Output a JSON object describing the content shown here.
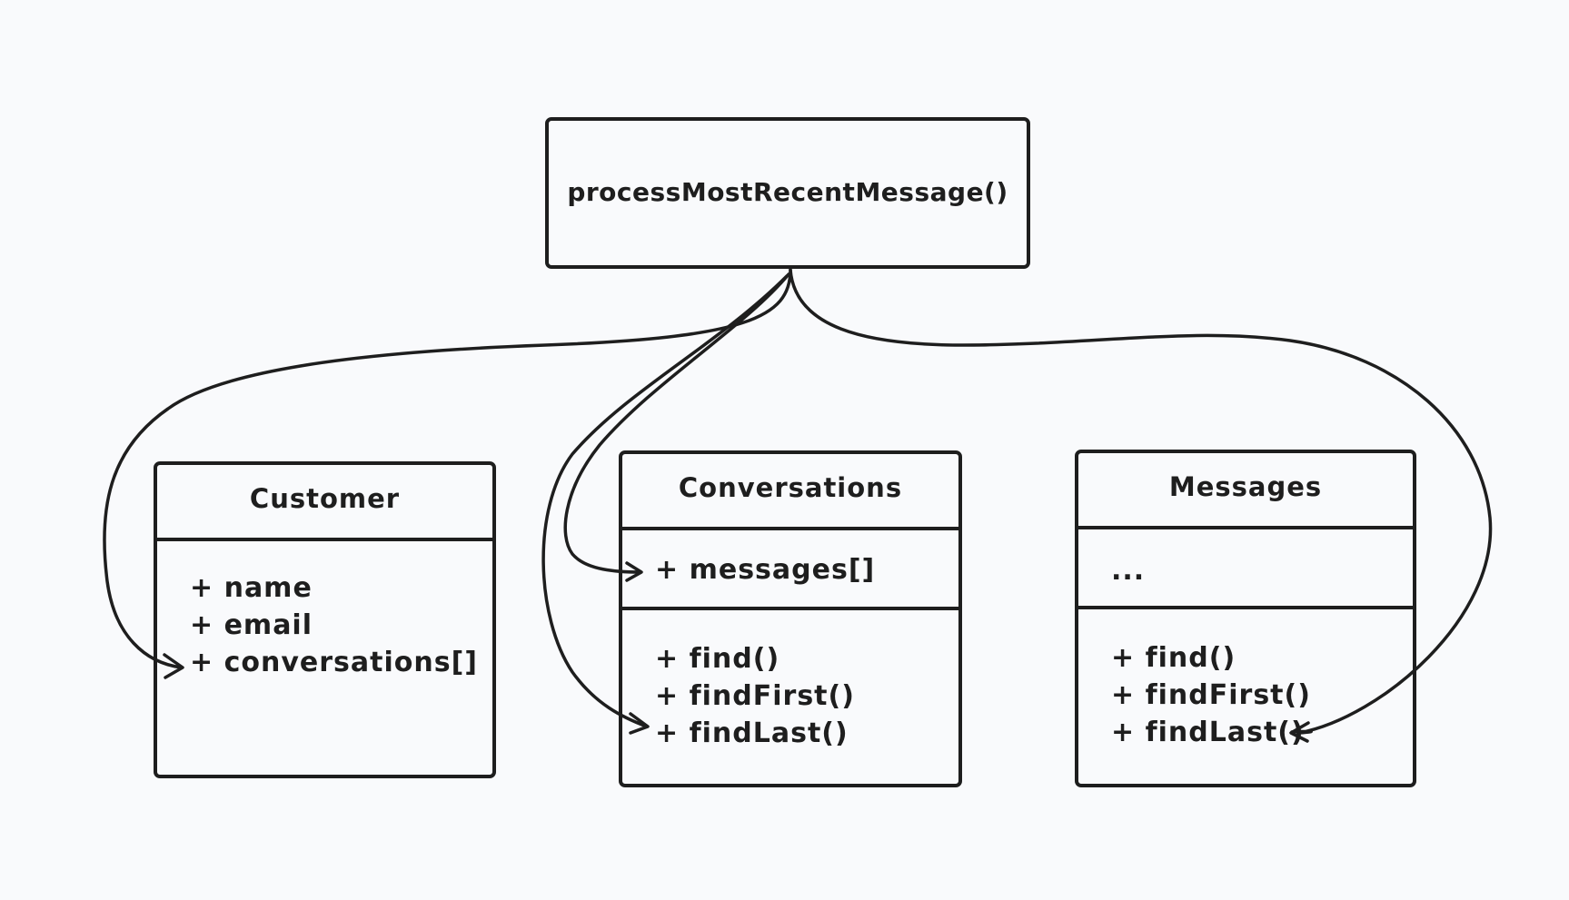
{
  "function_box": {
    "label": "processMostRecentMessage()"
  },
  "entities": {
    "customer": {
      "title": "Customer",
      "fields": [
        "+ name",
        "+ email",
        "+ conversations[]"
      ]
    },
    "conversations": {
      "title": "Conversations",
      "fields": [
        "+ messages[]"
      ],
      "methods": [
        "+ find()",
        "+ findFirst()",
        "+ findLast()"
      ]
    },
    "messages": {
      "title": "Messages",
      "fields": [
        "..."
      ],
      "methods": [
        "+ find()",
        "+ findFirst()",
        "+ findLast()"
      ]
    }
  },
  "edges": [
    {
      "from": "processMostRecentMessage()",
      "to": "Customer.conversations[]"
    },
    {
      "from": "processMostRecentMessage()",
      "to": "Conversations.messages[]"
    },
    {
      "from": "processMostRecentMessage()",
      "to": "Conversations.findLast()"
    },
    {
      "from": "processMostRecentMessage()",
      "to": "Messages.findLast()"
    }
  ],
  "colors": {
    "background": "#f9fafc",
    "stroke": "#1e1e1e"
  }
}
